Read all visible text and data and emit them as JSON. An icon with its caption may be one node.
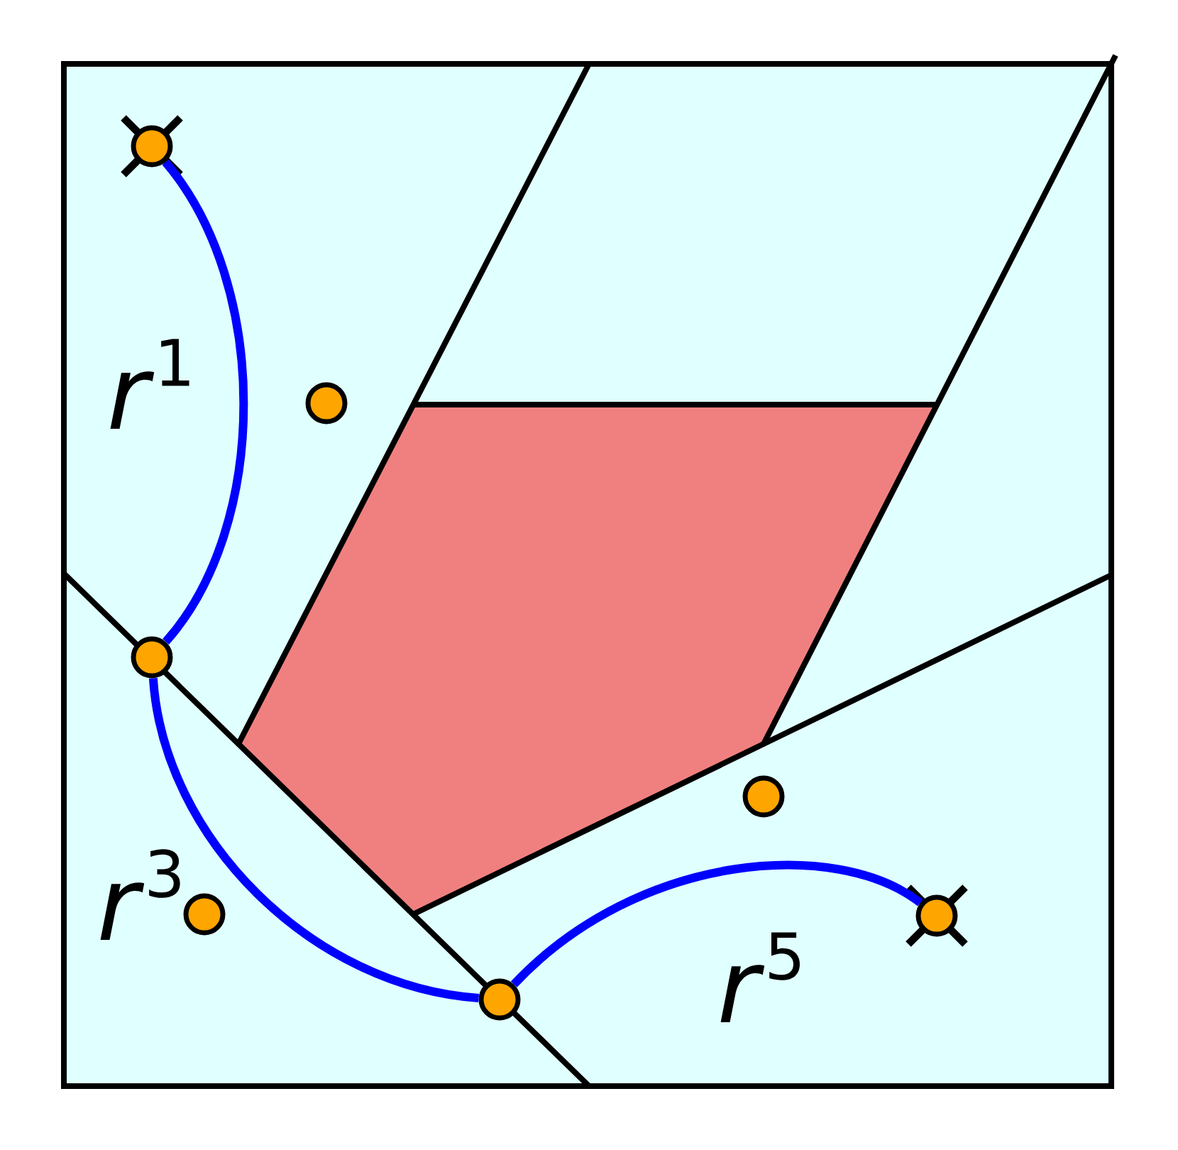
{
  "diagram": {
    "nodes": [
      {
        "text": [],
        "shape": "circle"
      },
      {
        "text": [],
        "shape": "circle"
      },
      {
        "text": [],
        "shape": "circle"
      },
      {
        "text": [],
        "shape": "circle"
      },
      {
        "text": [],
        "shape": "circle"
      },
      {
        "text": [],
        "shape": "circle"
      },
      {
        "text": [],
        "shape": "circle"
      }
    ],
    "edges": [
      {
        "from": 0,
        "to": 2,
        "arrow": "none"
      },
      {
        "from": 2,
        "to": 6,
        "arrow": "none"
      },
      {
        "from": 6,
        "to": 5,
        "arrow": "none"
      }
    ],
    "labels": [
      "*r*$^{1}$",
      "*r*$^{3}$",
      "*r*$^{5}$"
    ]
  }
}
